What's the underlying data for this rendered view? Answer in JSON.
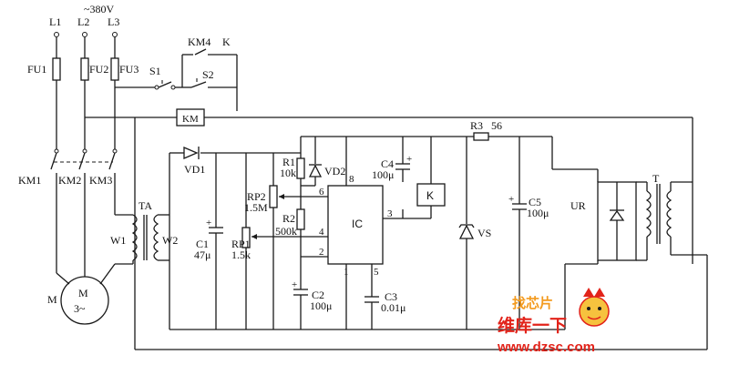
{
  "diagram": {
    "supply": {
      "voltage": "~380V",
      "phases": [
        "L1",
        "L2",
        "L3"
      ]
    },
    "fuses": [
      "FU1",
      "FU2",
      "FU3"
    ],
    "contacts": [
      "KM1",
      "KM2",
      "KM3"
    ],
    "switches": {
      "s1": "S1",
      "s2": "S2",
      "km4": "KM4",
      "k": "K"
    },
    "relay_coil": "KM",
    "motor": {
      "ref": "M",
      "symbol": "M",
      "sub": "3~"
    },
    "transformer_ta": {
      "ref": "TA",
      "w1": "W1",
      "w2": "W2"
    },
    "diode_vd1": "VD1",
    "c1": {
      "ref": "C1",
      "value": "47μ"
    },
    "rp1": {
      "ref": "RP1",
      "value": "1.5k"
    },
    "rp2": {
      "ref": "RP2",
      "value": "1.5M"
    },
    "r1": {
      "ref": "R1",
      "value": "10k"
    },
    "vd2": "VD2",
    "r2": {
      "ref": "R2",
      "value": "500k"
    },
    "ic": {
      "ref": "IC",
      "pins": {
        "p1": "1",
        "p2": "2",
        "p3": "3",
        "p4": "4",
        "p5": "5",
        "p6": "6",
        "p8": "8"
      }
    },
    "c4": {
      "ref": "C4",
      "value": "100μ"
    },
    "k_relay": "K",
    "c2": {
      "ref": "C2",
      "value": "100μ"
    },
    "c3": {
      "ref": "C3",
      "value": "0.01μ"
    },
    "vs": "VS",
    "r3": {
      "ref": "R3",
      "value": "56"
    },
    "c5": {
      "ref": "C5",
      "value": "100μ"
    },
    "ur": "UR",
    "transformer_t": "T"
  },
  "watermark": {
    "brand_top": "找芯片",
    "brand_cn": "维库一下",
    "url": "www.dzsc.com",
    "colors": {
      "red": "#e2231a",
      "orange": "#f39a1e"
    }
  }
}
